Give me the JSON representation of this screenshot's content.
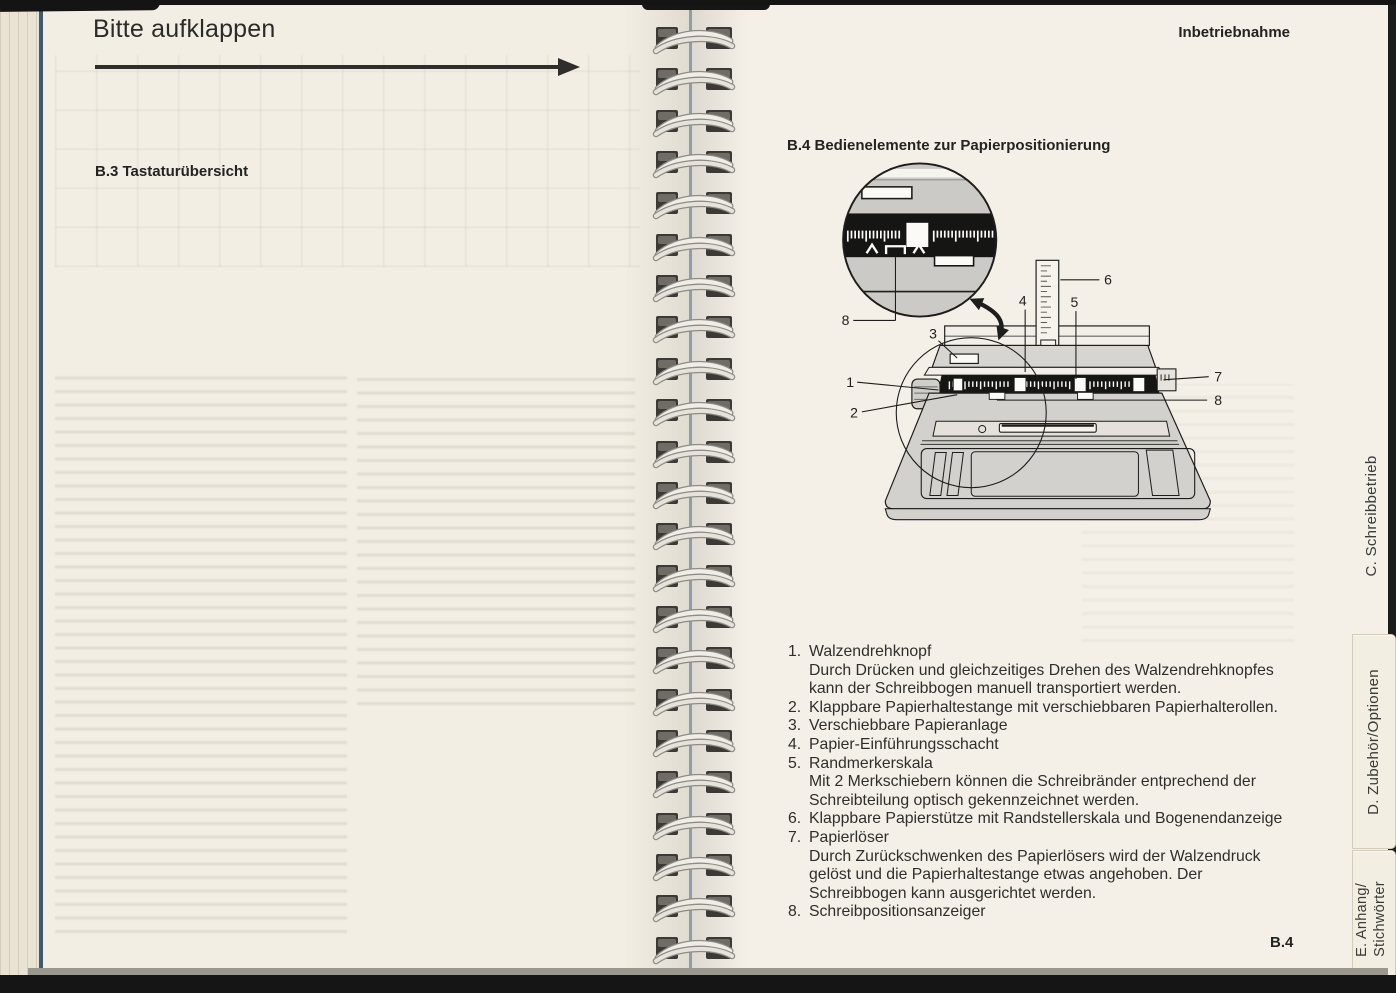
{
  "page_colors": {
    "left_page_bg": "#f2eee3",
    "right_page_bg": "#f4f0e7",
    "ink": "#1d1d1b",
    "diagram_gray": "#d2d1cd",
    "edge_blue": "#3e5a6c"
  },
  "left_page": {
    "heading": "Bitte aufklappen",
    "subheading": "B.3 Tastaturübersicht"
  },
  "right_page": {
    "header": "Inbetriebnahme",
    "section_title": "B.4 Bedienelemente zur Papierpositionierung",
    "page_number": "B.4",
    "diagram": {
      "callouts": {
        "c1": "1",
        "c2": "2",
        "c3": "3",
        "c4": "4",
        "c5": "5",
        "c6": "6",
        "c7": "7",
        "c8_left": "8",
        "c8_right": "8"
      }
    },
    "captions": [
      {
        "num": "1.",
        "title": "Walzendrehknopf",
        "desc": "Durch Drücken und gleichzeitiges Drehen des Walzendrehknopfes kann der Schreibbogen manuell transportiert werden."
      },
      {
        "num": "2.",
        "title": "Klappbare Papierhaltestange mit verschiebbaren Papierhalterollen.",
        "desc": ""
      },
      {
        "num": "3.",
        "title": "Verschiebbare Papieranlage",
        "desc": ""
      },
      {
        "num": "4.",
        "title": "Papier-Einführungsschacht",
        "desc": ""
      },
      {
        "num": "5.",
        "title": "Randmerkerskala",
        "desc": "Mit 2 Merkschiebern können die Schreibränder entprechend der Schreibteilung optisch gekennzeichnet werden."
      },
      {
        "num": "6.",
        "title": "Klappbare Papierstütze mit Randstellerskala und Bogenendanzeige",
        "desc": ""
      },
      {
        "num": "7.",
        "title": "Papierlöser",
        "desc": "Durch Zurückschwenken des Papierlösers wird der Walzendruck gelöst und die Papierhaltestange etwas angehoben. Der Schreibbogen kann ausgerichtet werden."
      },
      {
        "num": "8.",
        "title": "Schreibpositionsanzeiger",
        "desc": ""
      }
    ]
  },
  "tabs": {
    "c": "C. Schreibbetrieb",
    "d": "D. Zubehör/Optionen",
    "e_line1": "E. Anhang/",
    "e_line2": "Stichwörter"
  }
}
